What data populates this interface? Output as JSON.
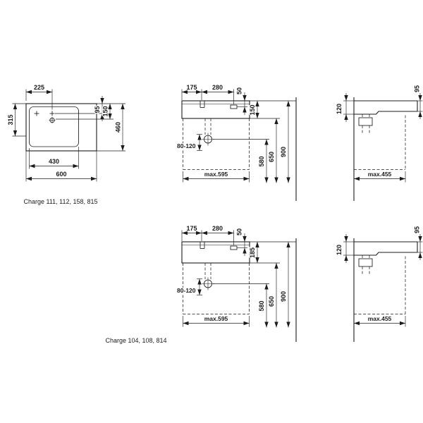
{
  "colors": {
    "line": "#1c1c1c",
    "background": "#ffffff"
  },
  "captions": {
    "top": "Charge 111, 112, 158, 815",
    "bottom": "Charge 104, 108, 814"
  },
  "views": {
    "plan": {
      "dims": {
        "tap_from_left": "225",
        "holes_from_back": "95",
        "tap_from_back": "150",
        "drain_from_back": "315",
        "bowl_width": "430",
        "overall_width": "600",
        "overall_depth": "460"
      }
    },
    "front_top": {
      "dims": {
        "left_to_tap": "175",
        "tap_to_overflow": "280",
        "overflow_below_rim": "50",
        "basin_height": "150",
        "outlet_adjust_range": "80-120",
        "outlet_height": "580",
        "clearance_height": "650",
        "rim_height": "900",
        "max_width": "max.595"
      }
    },
    "side_top": {
      "dims": {
        "front_edge_height": "95",
        "back_edge_height": "120",
        "max_depth": "max.455"
      }
    },
    "front_bottom": {
      "dims": {
        "left_to_tap": "175",
        "tap_to_overflow": "280",
        "overflow_below_rim": "50",
        "basin_height": "185",
        "outlet_adjust_range": "80-120",
        "outlet_height": "580",
        "clearance_height": "650",
        "rim_height": "900",
        "max_width": "max.595"
      }
    },
    "side_bottom": {
      "dims": {
        "front_edge_height": "95",
        "back_edge_height": "120",
        "max_depth": "max.455"
      }
    }
  }
}
